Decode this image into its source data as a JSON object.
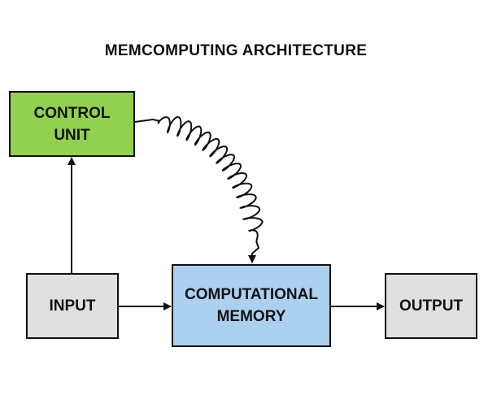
{
  "title": "MEMCOMPUTING ARCHITECTURE",
  "nodes": {
    "control_unit": {
      "label": "CONTROL\nUNIT",
      "fill": "#92d050"
    },
    "input": {
      "label": "INPUT",
      "fill": "#e0e0e0"
    },
    "computational_memory": {
      "label": "COMPUTATIONAL\nMEMORY",
      "fill": "#acd0f0"
    },
    "output": {
      "label": "OUTPUT",
      "fill": "#e0e0e0"
    }
  },
  "edges": [
    {
      "from": "input",
      "to": "control_unit",
      "style": "arrow"
    },
    {
      "from": "control_unit",
      "to": "computational_memory",
      "style": "coil-arrow"
    },
    {
      "from": "input",
      "to": "computational_memory",
      "style": "arrow"
    },
    {
      "from": "computational_memory",
      "to": "output",
      "style": "arrow"
    }
  ]
}
